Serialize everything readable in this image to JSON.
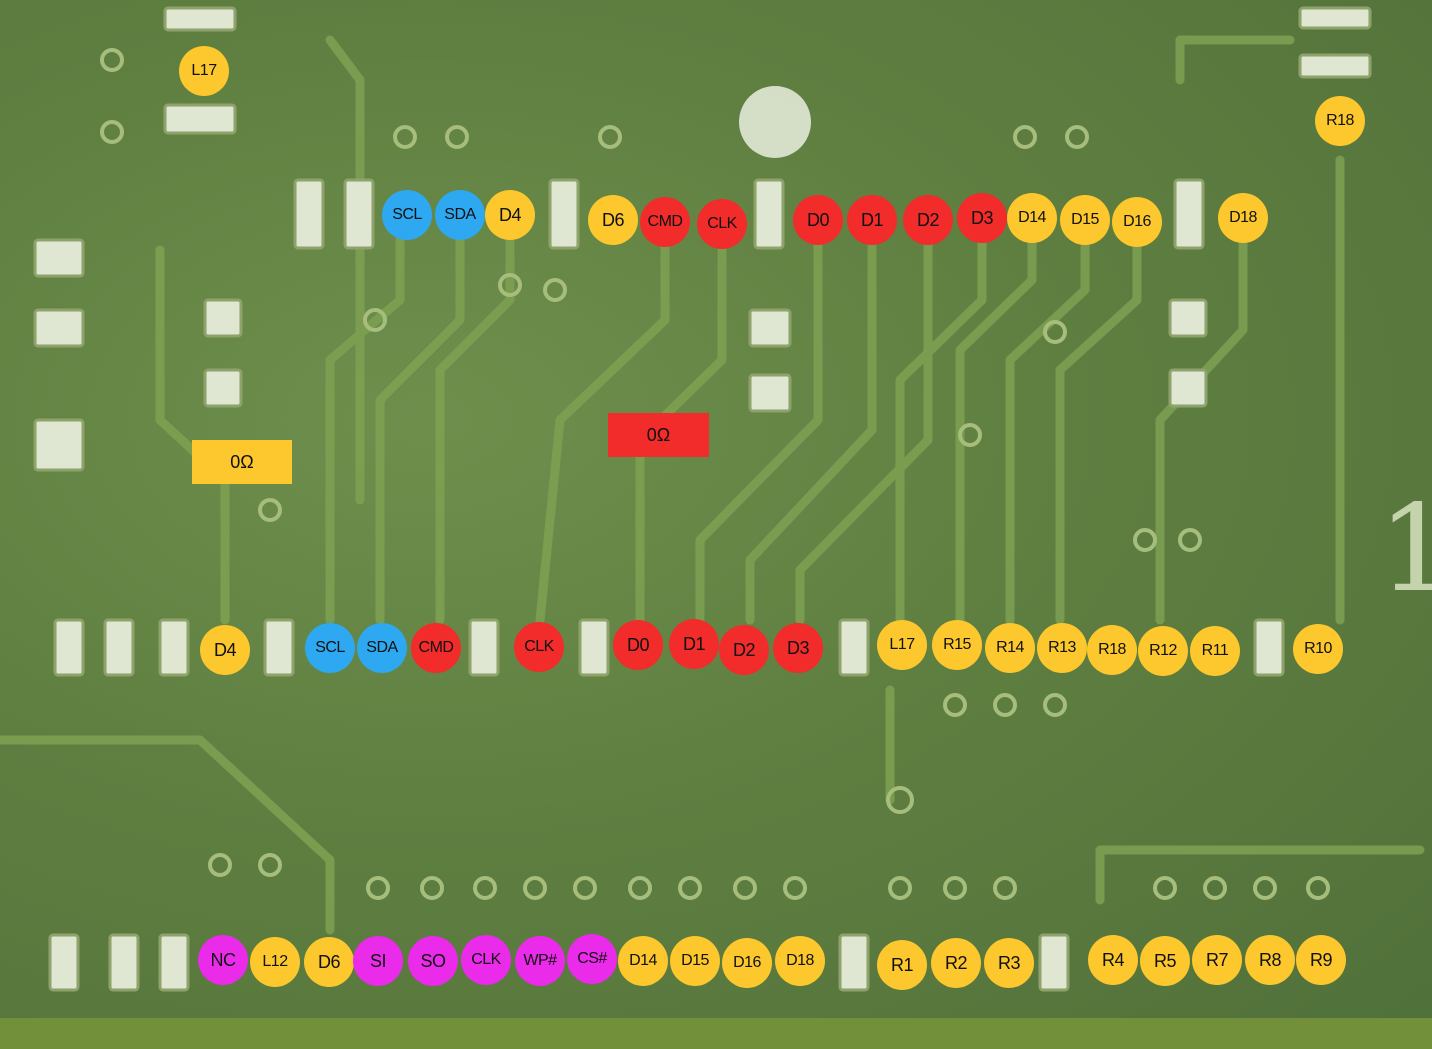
{
  "colors": {
    "yellow": "#fdc72e",
    "red": "#f22b2b",
    "blue": "#2ea8f0",
    "magenta": "#ea2bea",
    "board": "#5b7a3e"
  },
  "resistors": [
    {
      "id": "left",
      "label": "0Ω",
      "color": "yellow"
    },
    {
      "id": "center",
      "label": "0Ω",
      "color": "red"
    }
  ],
  "rows": {
    "top_corner": [
      {
        "label": "L17",
        "color": "yellow"
      },
      {
        "label": "R18",
        "color": "yellow"
      }
    ],
    "upper": [
      {
        "label": "SCL",
        "color": "blue"
      },
      {
        "label": "SDA",
        "color": "blue"
      },
      {
        "label": "D4",
        "color": "yellow"
      },
      {
        "label": "D6",
        "color": "yellow"
      },
      {
        "label": "CMD",
        "color": "red"
      },
      {
        "label": "CLK",
        "color": "red"
      },
      {
        "label": "D0",
        "color": "red"
      },
      {
        "label": "D1",
        "color": "red"
      },
      {
        "label": "D2",
        "color": "red"
      },
      {
        "label": "D3",
        "color": "red"
      },
      {
        "label": "D14",
        "color": "yellow"
      },
      {
        "label": "D15",
        "color": "yellow"
      },
      {
        "label": "D16",
        "color": "yellow"
      },
      {
        "label": "D18",
        "color": "yellow"
      }
    ],
    "middle": [
      {
        "label": "D4",
        "color": "yellow"
      },
      {
        "label": "SCL",
        "color": "blue"
      },
      {
        "label": "SDA",
        "color": "blue"
      },
      {
        "label": "CMD",
        "color": "red"
      },
      {
        "label": "CLK",
        "color": "red"
      },
      {
        "label": "D0",
        "color": "red"
      },
      {
        "label": "D1",
        "color": "red"
      },
      {
        "label": "D2",
        "color": "red"
      },
      {
        "label": "D3",
        "color": "red"
      },
      {
        "label": "L17",
        "color": "yellow"
      },
      {
        "label": "R15",
        "color": "yellow"
      },
      {
        "label": "R14",
        "color": "yellow"
      },
      {
        "label": "R13",
        "color": "yellow"
      },
      {
        "label": "R18",
        "color": "yellow"
      },
      {
        "label": "R12",
        "color": "yellow"
      },
      {
        "label": "R11",
        "color": "yellow"
      },
      {
        "label": "R10",
        "color": "yellow"
      }
    ],
    "bottom": [
      {
        "label": "NC",
        "color": "magenta"
      },
      {
        "label": "L12",
        "color": "yellow"
      },
      {
        "label": "D6",
        "color": "yellow"
      },
      {
        "label": "SI",
        "color": "magenta"
      },
      {
        "label": "SO",
        "color": "magenta"
      },
      {
        "label": "CLK",
        "color": "magenta"
      },
      {
        "label": "WP#",
        "color": "magenta"
      },
      {
        "label": "CS#",
        "color": "magenta"
      },
      {
        "label": "D14",
        "color": "yellow"
      },
      {
        "label": "D15",
        "color": "yellow"
      },
      {
        "label": "D16",
        "color": "yellow"
      },
      {
        "label": "D18",
        "color": "yellow"
      },
      {
        "label": "R1",
        "color": "yellow"
      },
      {
        "label": "R2",
        "color": "yellow"
      },
      {
        "label": "R3",
        "color": "yellow"
      },
      {
        "label": "R4",
        "color": "yellow"
      },
      {
        "label": "R5",
        "color": "yellow"
      },
      {
        "label": "R7",
        "color": "yellow"
      },
      {
        "label": "R8",
        "color": "yellow"
      },
      {
        "label": "R9",
        "color": "yellow"
      }
    ]
  }
}
